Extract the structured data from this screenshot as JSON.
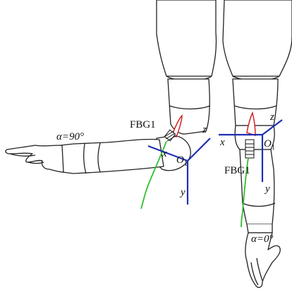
{
  "labels": {
    "left_angle": "α=90°",
    "left_sensor": "FBG1",
    "left_axis_x": "x",
    "left_axis_y": "y",
    "left_axis_z": "z",
    "left_origin": "O",
    "left_origin_sub": "1",
    "right_angle": "α=0°",
    "right_sensor": "FBG1",
    "right_axis_x": "x",
    "right_axis_y": "y",
    "right_axis_z": "z",
    "right_origin": "O",
    "right_origin_sub": "1"
  },
  "colors": {
    "axis": "#1f2fb0",
    "fiber": "#2fbf2f",
    "sensor_outline": "#d01818",
    "figure_line": "#222222"
  }
}
